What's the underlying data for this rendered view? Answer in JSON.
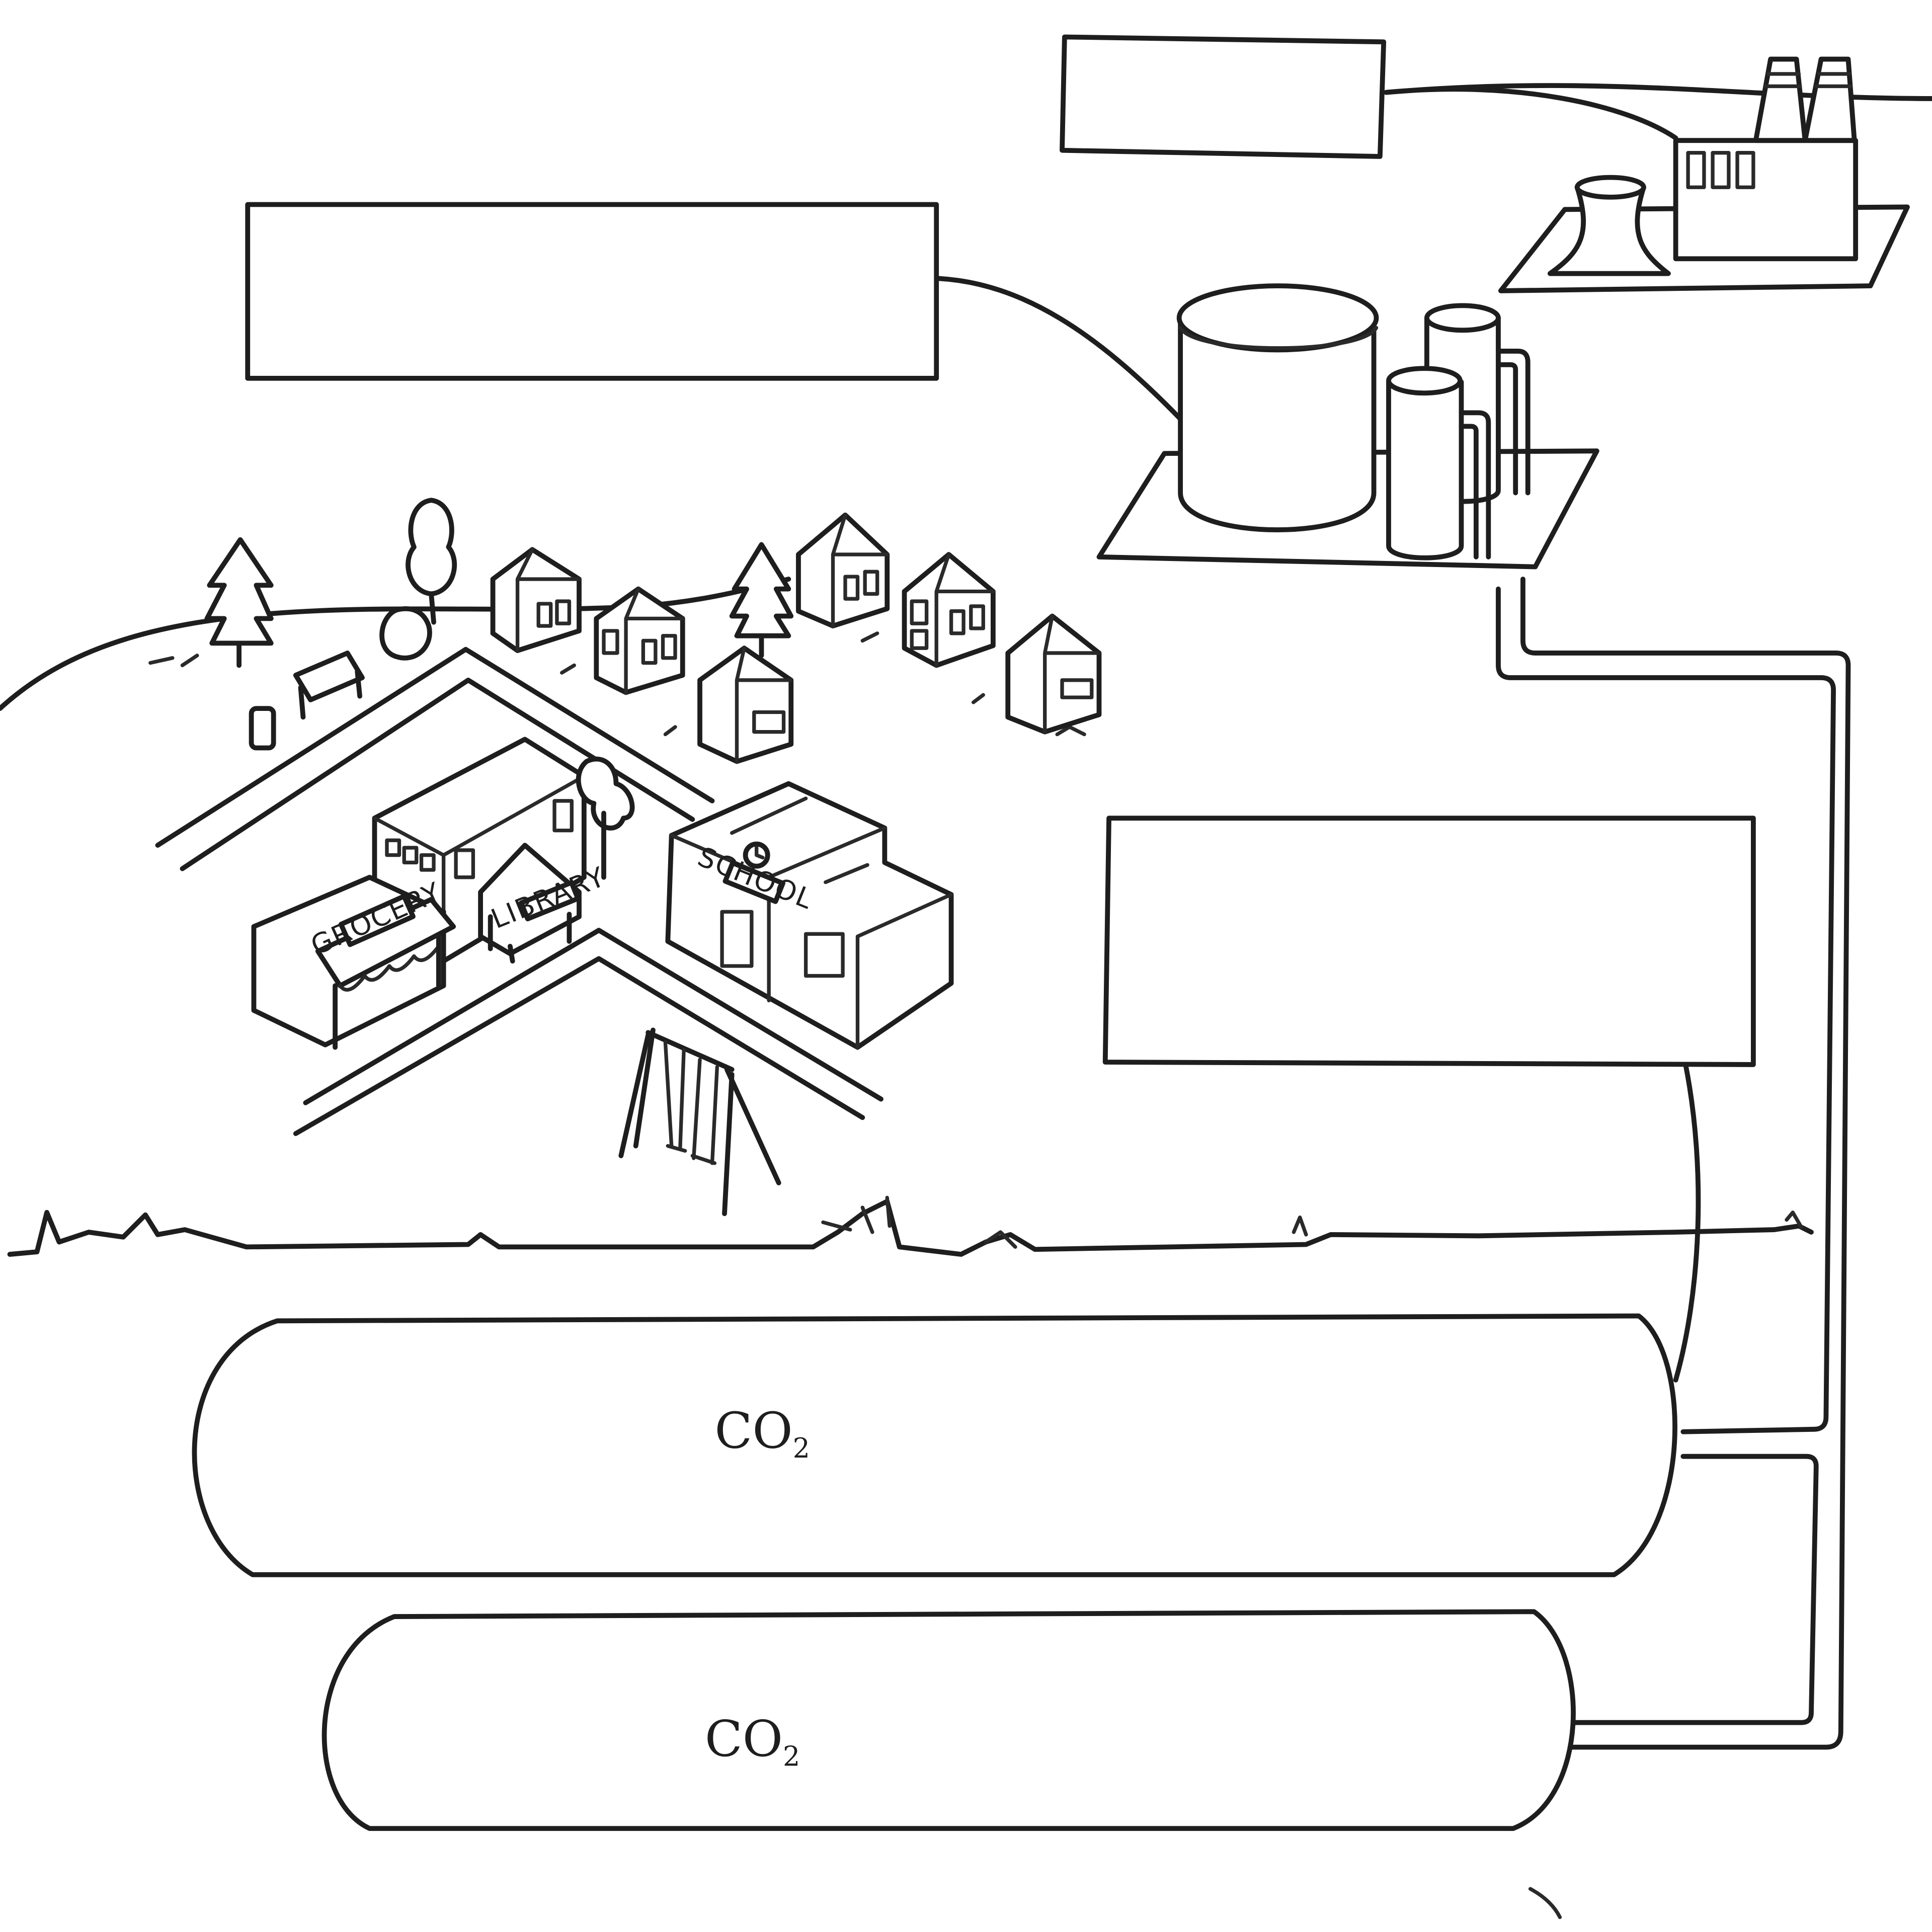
{
  "colors": {
    "ink": "#1e1e1e",
    "paper": "#ffffff"
  },
  "labels": {
    "box_top_left": "",
    "box_top_right": "",
    "box_middle_right": ""
  },
  "signs": {
    "grocery": "GROCERY",
    "library": "LIBRARY",
    "school": "SCHOOL"
  },
  "reservoirs": {
    "upper": {
      "formula": "CO",
      "subscript": "2"
    },
    "lower": {
      "formula": "CO",
      "subscript": "2"
    }
  }
}
